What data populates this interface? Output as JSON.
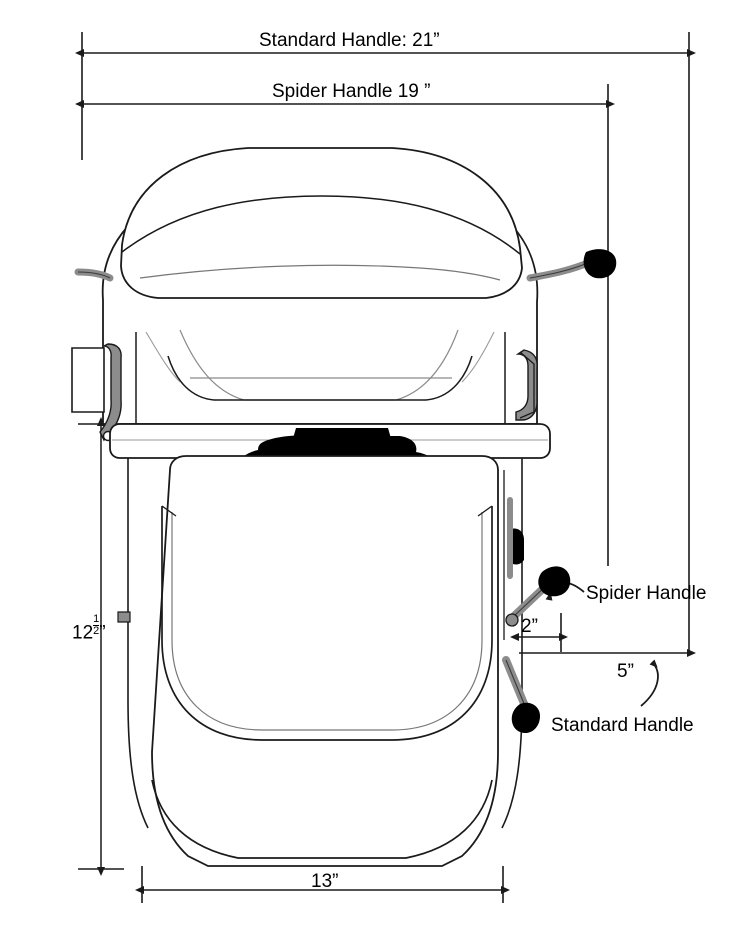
{
  "drawing": {
    "title": "Composting toilet front elevation dimension drawing",
    "subject": "portable composting toilet",
    "view": "front elevation",
    "units": "inches",
    "line_color": "#1a1a1a",
    "accent_gray": "#8c8c8c",
    "accent_dark": "#000000",
    "background": "#ffffff"
  },
  "dimensions": {
    "standard_handle_width": {
      "label": "Standard Handle: 21”",
      "value": 21,
      "unit": "in",
      "orientation": "horizontal",
      "position": "top"
    },
    "spider_handle_width": {
      "label": "Spider Handle 19 ”",
      "value": 19,
      "unit": "in",
      "orientation": "horizontal",
      "position": "top"
    },
    "height": {
      "label_whole": "12",
      "label_numerator": "1",
      "label_denominator": "2",
      "label_unit": "”",
      "value": 12.5,
      "unit": "in",
      "orientation": "vertical",
      "position": "left"
    },
    "base_width": {
      "label": "13”",
      "value": 13,
      "unit": "in",
      "orientation": "horizontal",
      "position": "bottom"
    },
    "spider_handle_projection": {
      "label": "2”",
      "value": 2,
      "unit": "in",
      "orientation": "horizontal",
      "position": "right"
    },
    "standard_handle_projection": {
      "label": "5”",
      "value": 5,
      "unit": "in",
      "orientation": "horizontal",
      "position": "right"
    }
  },
  "callouts": {
    "spider_handle": {
      "label": "Spider Handle",
      "points_to": "upper angled handle rod"
    },
    "standard_handle": {
      "label": "Standard Handle",
      "points_to": "lower angled handle rod"
    }
  },
  "parts": [
    {
      "name": "lid",
      "description": "rounded dome lid"
    },
    {
      "name": "seat-ring",
      "description": "seat ring below lid"
    },
    {
      "name": "upper-body",
      "description": "tank upper body"
    },
    {
      "name": "left-latch",
      "description": "left side latch clip"
    },
    {
      "name": "right-latch",
      "description": "right side latch clip"
    },
    {
      "name": "top-handle",
      "description": "top gray handle with black knob"
    },
    {
      "name": "gasket",
      "description": "black seat gasket"
    },
    {
      "name": "base",
      "description": "lower base with U-shaped front panel"
    },
    {
      "name": "spider-handle-rod",
      "description": "upper angled crank handle"
    },
    {
      "name": "standard-handle-rod",
      "description": "lower angled crank handle"
    }
  ]
}
